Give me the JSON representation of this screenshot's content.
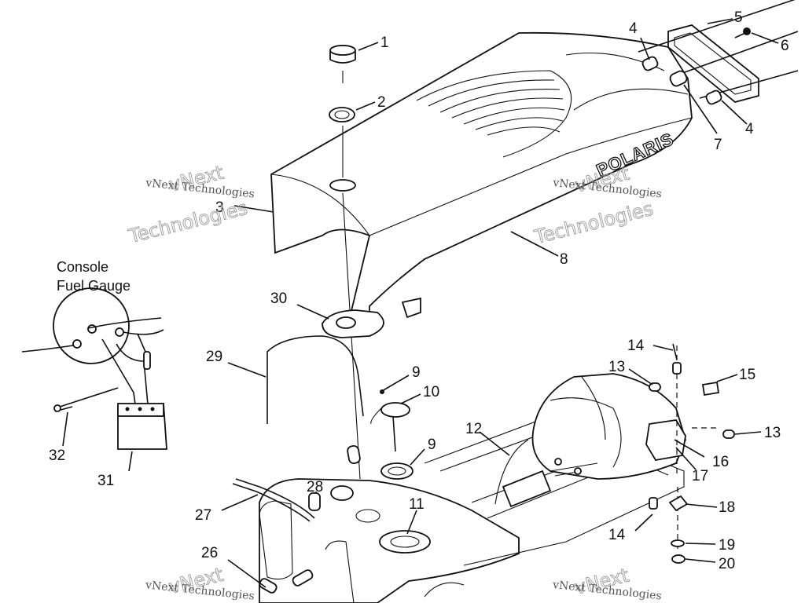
{
  "diagram": {
    "brand_text": "POLARIS",
    "gauge_label": {
      "line1": "Console",
      "line2": "Fuel Gauge"
    },
    "watermark": {
      "line1": "vNext Technologies",
      "line2": "vNext",
      "line3": "Technologies"
    },
    "callouts": {
      "c1": "1",
      "c2": "2",
      "c3": "3",
      "c4a": "4",
      "c4b": "4",
      "c5": "5",
      "c6": "6",
      "c7": "7",
      "c8": "8",
      "c9a": "9",
      "c9b": "9",
      "c10": "10",
      "c11": "11",
      "c12": "12",
      "c13a": "13",
      "c13b": "13",
      "c14a": "14",
      "c14b": "14",
      "c15": "15",
      "c16": "16",
      "c17": "17",
      "c18": "18",
      "c19": "19",
      "c20": "20",
      "c26": "26",
      "c27": "27",
      "c28": "28",
      "c29": "29",
      "c30": "30",
      "c31": "31",
      "c32": "32"
    }
  }
}
